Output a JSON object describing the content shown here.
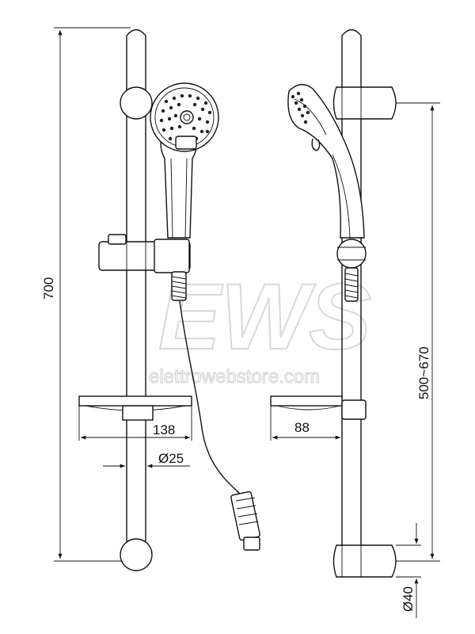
{
  "dimensions": {
    "total_height": "700",
    "adjust_range": "500~670",
    "dish_width_front": "138",
    "dish_width_side": "88",
    "bar_diameter": "Ø25",
    "bracket_diameter": "Ø40"
  },
  "watermark": {
    "logo": "EWS",
    "url": "elettrowebstore.com"
  }
}
